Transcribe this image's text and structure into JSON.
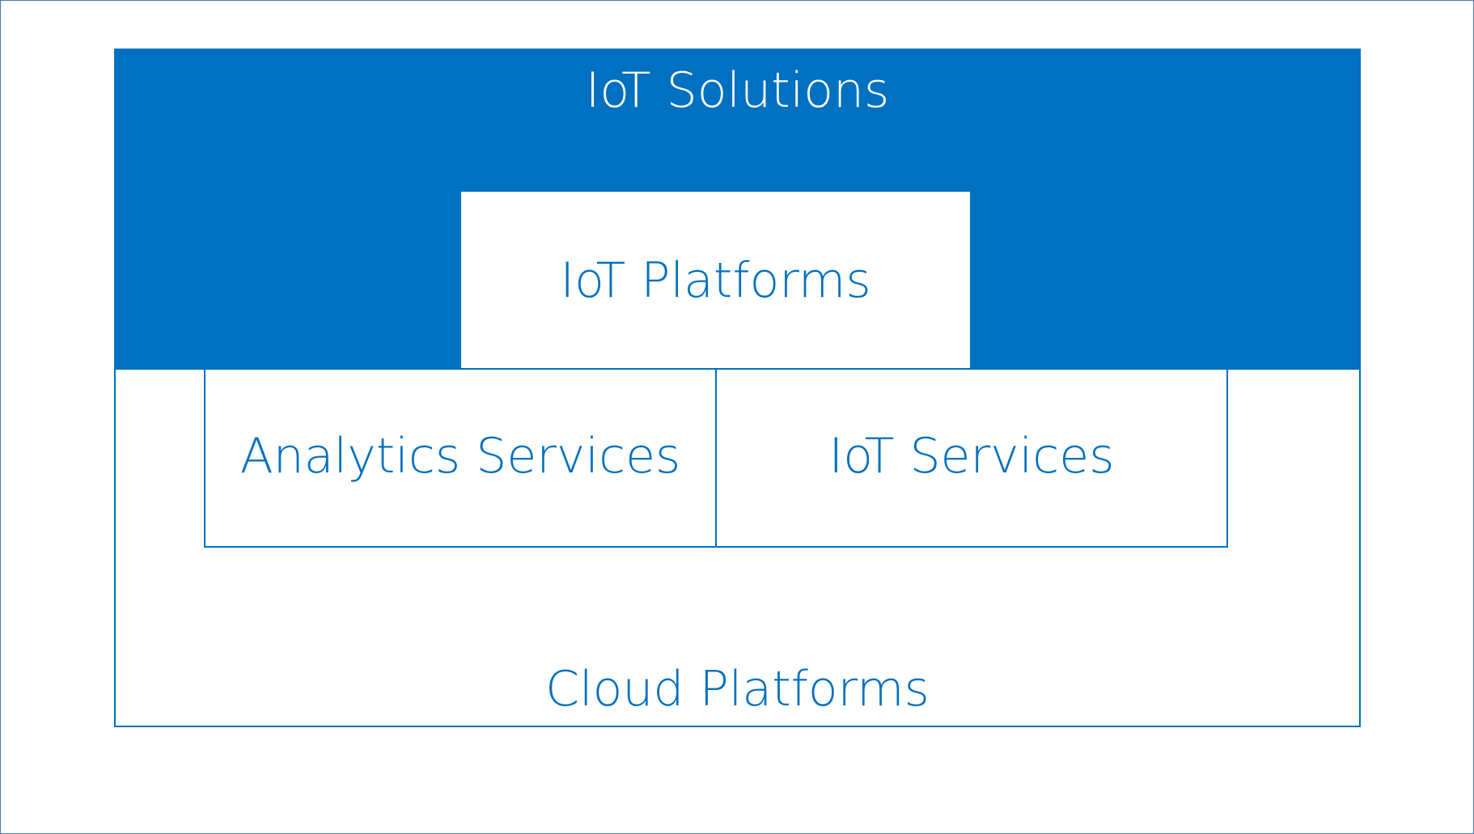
{
  "colors": {
    "accent": "#0070c0",
    "frame_border": "#4472c4",
    "background": "#ffffff",
    "text_on_accent": "#ffffff"
  },
  "diagram": {
    "iot_solutions": {
      "label": "IoT Solutions"
    },
    "iot_platforms": {
      "label": "IoT Platforms"
    },
    "analytics_services": {
      "label": "Analytics Services"
    },
    "iot_services": {
      "label": "IoT Services"
    },
    "cloud_platforms": {
      "label": "Cloud Platforms"
    }
  }
}
